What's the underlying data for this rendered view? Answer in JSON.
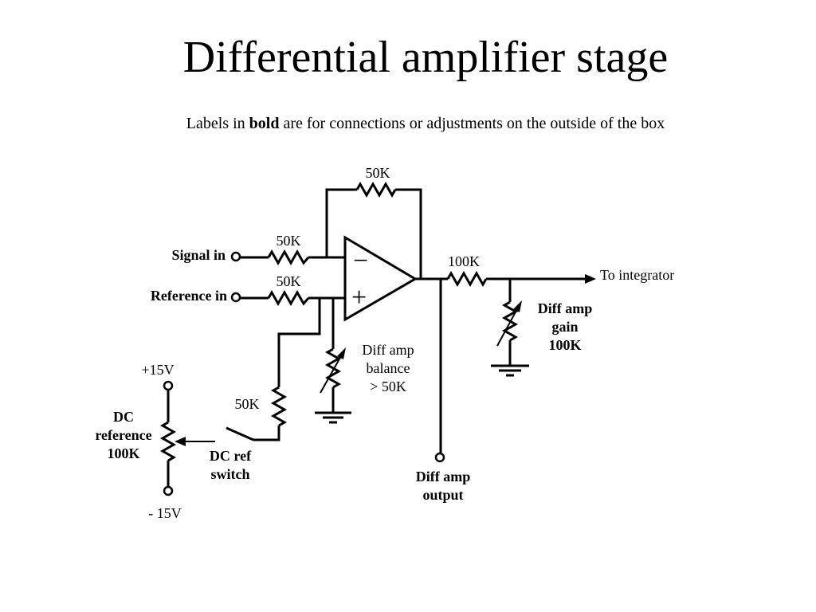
{
  "title": "Differential amplifier stage",
  "subtitle": {
    "before": "Labels in ",
    "bold": "bold",
    "after": " are for connections or adjustments on the outside of the box"
  },
  "labels": {
    "feedback_resistor": "50K",
    "input_resistor_signal": "50K",
    "input_resistor_reference": "50K",
    "output_resistor": "100K",
    "signal_in": "Signal in",
    "reference_in": "Reference in",
    "to_integrator": "To integrator",
    "minus_sign": "−",
    "plus_sign": "+",
    "balance_line1": "Diff amp",
    "balance_line2": "balance",
    "balance_line3": "> 50K",
    "gain_line1": "Diff amp",
    "gain_line2": "gain",
    "gain_line3": "100K",
    "plus15v": "+15V",
    "minus15v": "- 15V",
    "dc_ref_line1": "DC",
    "dc_ref_line2": "reference",
    "dc_ref_line3": "100K",
    "dc_ref_resistor": "50K",
    "switch_line1": "DC ref",
    "switch_line2": "switch",
    "output_line1": "Diff amp",
    "output_line2": "output"
  }
}
